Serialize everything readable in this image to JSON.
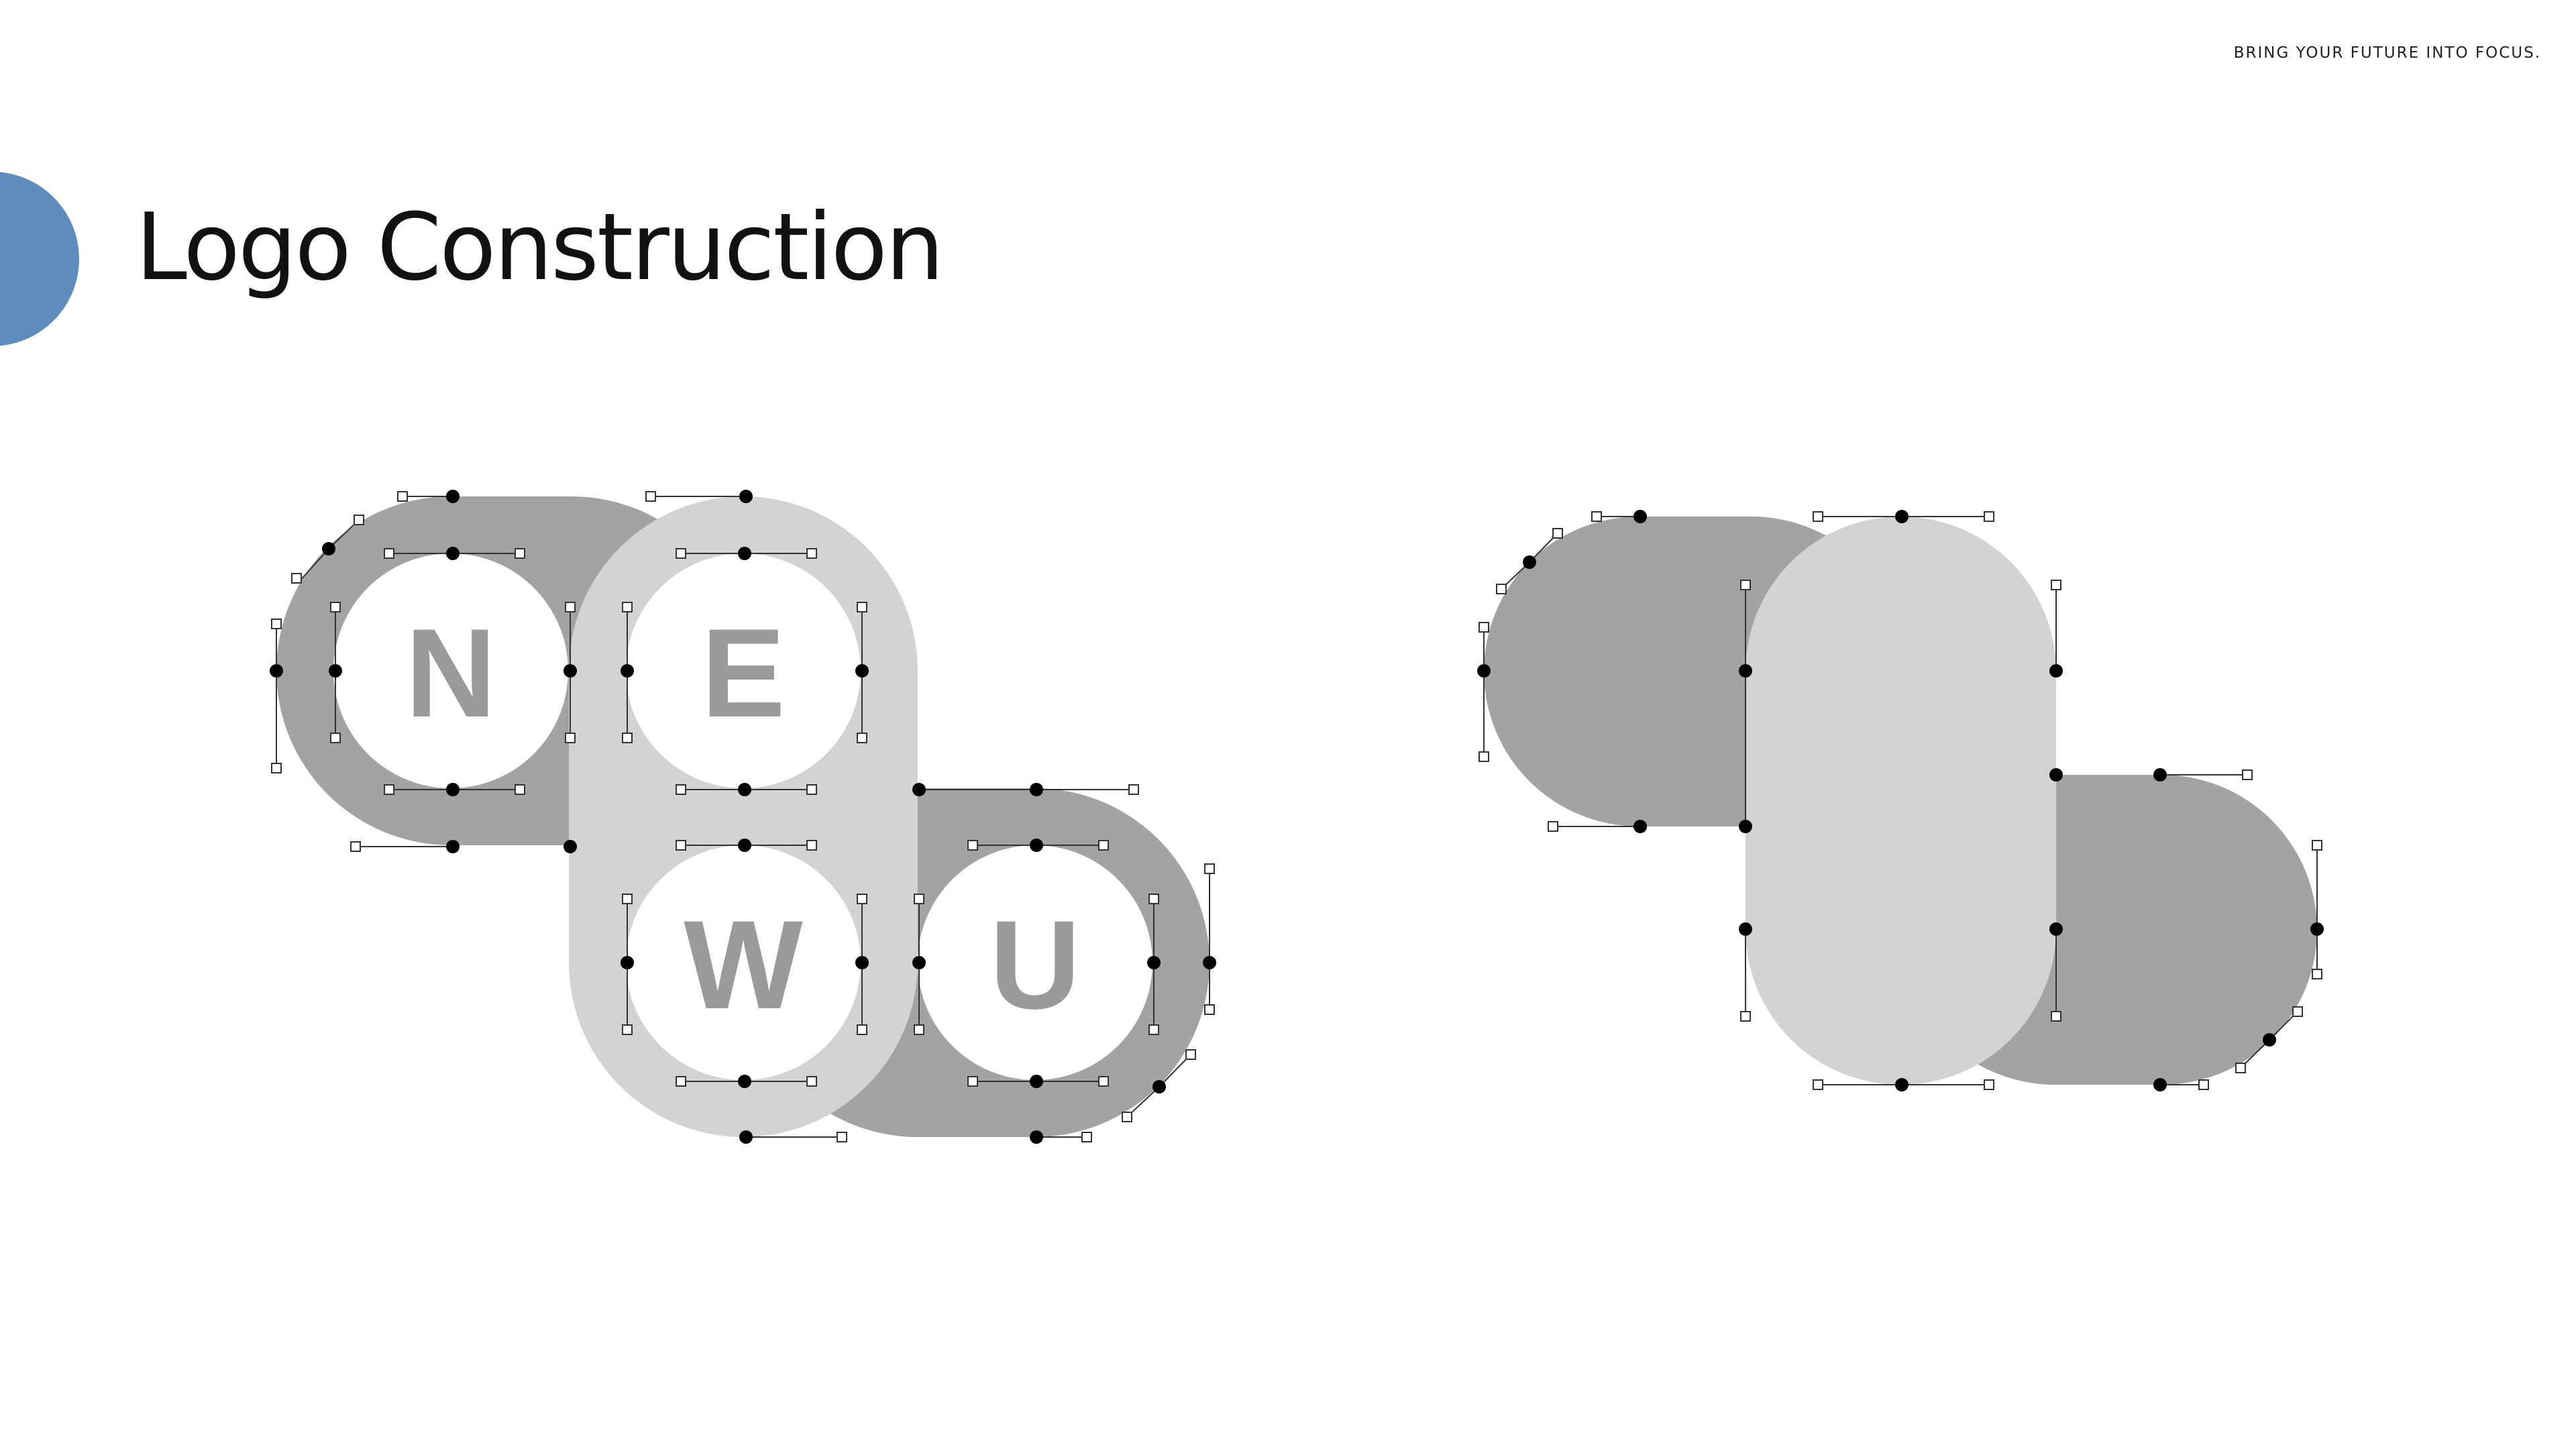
{
  "header": {
    "tagline": "BRING YOUR FUTURE INTO FOCUS."
  },
  "page": {
    "title": "Logo Construction"
  },
  "logo": {
    "letters": [
      "N",
      "E",
      "W",
      "U"
    ]
  },
  "colors": {
    "accent": "#5E8CBC",
    "dark_gray": "#A3A3A3",
    "light_gray": "#D3D3D3",
    "letter_gray": "#9A9A9A",
    "anchor": "#000000",
    "handle_line": "#333333"
  }
}
